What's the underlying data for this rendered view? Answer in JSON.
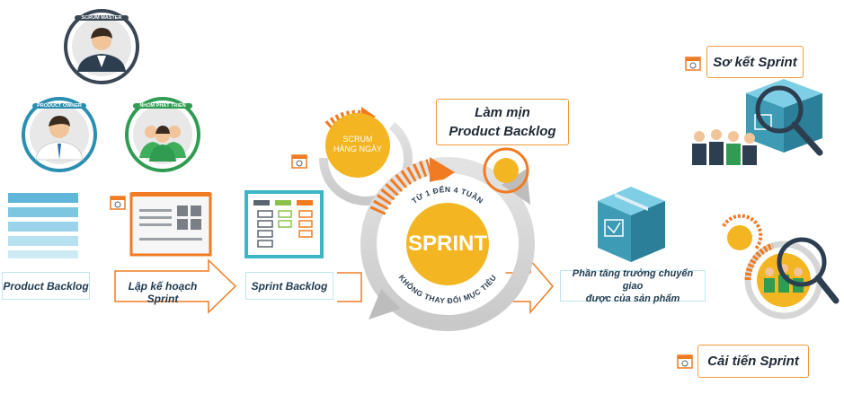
{
  "roles": {
    "scrum_master": "SCRUM MASTER",
    "product_owner": "PRODUCT OWNER",
    "dev_team": "NHÓM PHÁT TRIỂN"
  },
  "flow": {
    "product_backlog": "Product Backlog",
    "sprint_planning": "Lập kế hoạch Sprint",
    "sprint_backlog": "Sprint Backlog",
    "increment_line1": "Phần tăng trưởng chuyển giao",
    "increment_line2": "được của sản phẩm"
  },
  "sprint": {
    "title": "SPRINT",
    "duration": "TỪ 1 ĐẾN 4 TUẦN",
    "goal": "KHÔNG THAY ĐỔI MỤC TIÊU",
    "daily_line1": "SCRUM",
    "daily_line2": "HÀNG NGÀY"
  },
  "refinement": {
    "line1": "Làm mịn",
    "line2": "Product Backlog"
  },
  "review": "Sơ kết Sprint",
  "retro": "Cải tiến Sprint",
  "colors": {
    "accent_orange": "#f07b22",
    "sprint_yellow": "#f4b522",
    "teal": "#3d9bb5",
    "green": "#2f9c52",
    "dark_navy": "#2c3e50"
  }
}
